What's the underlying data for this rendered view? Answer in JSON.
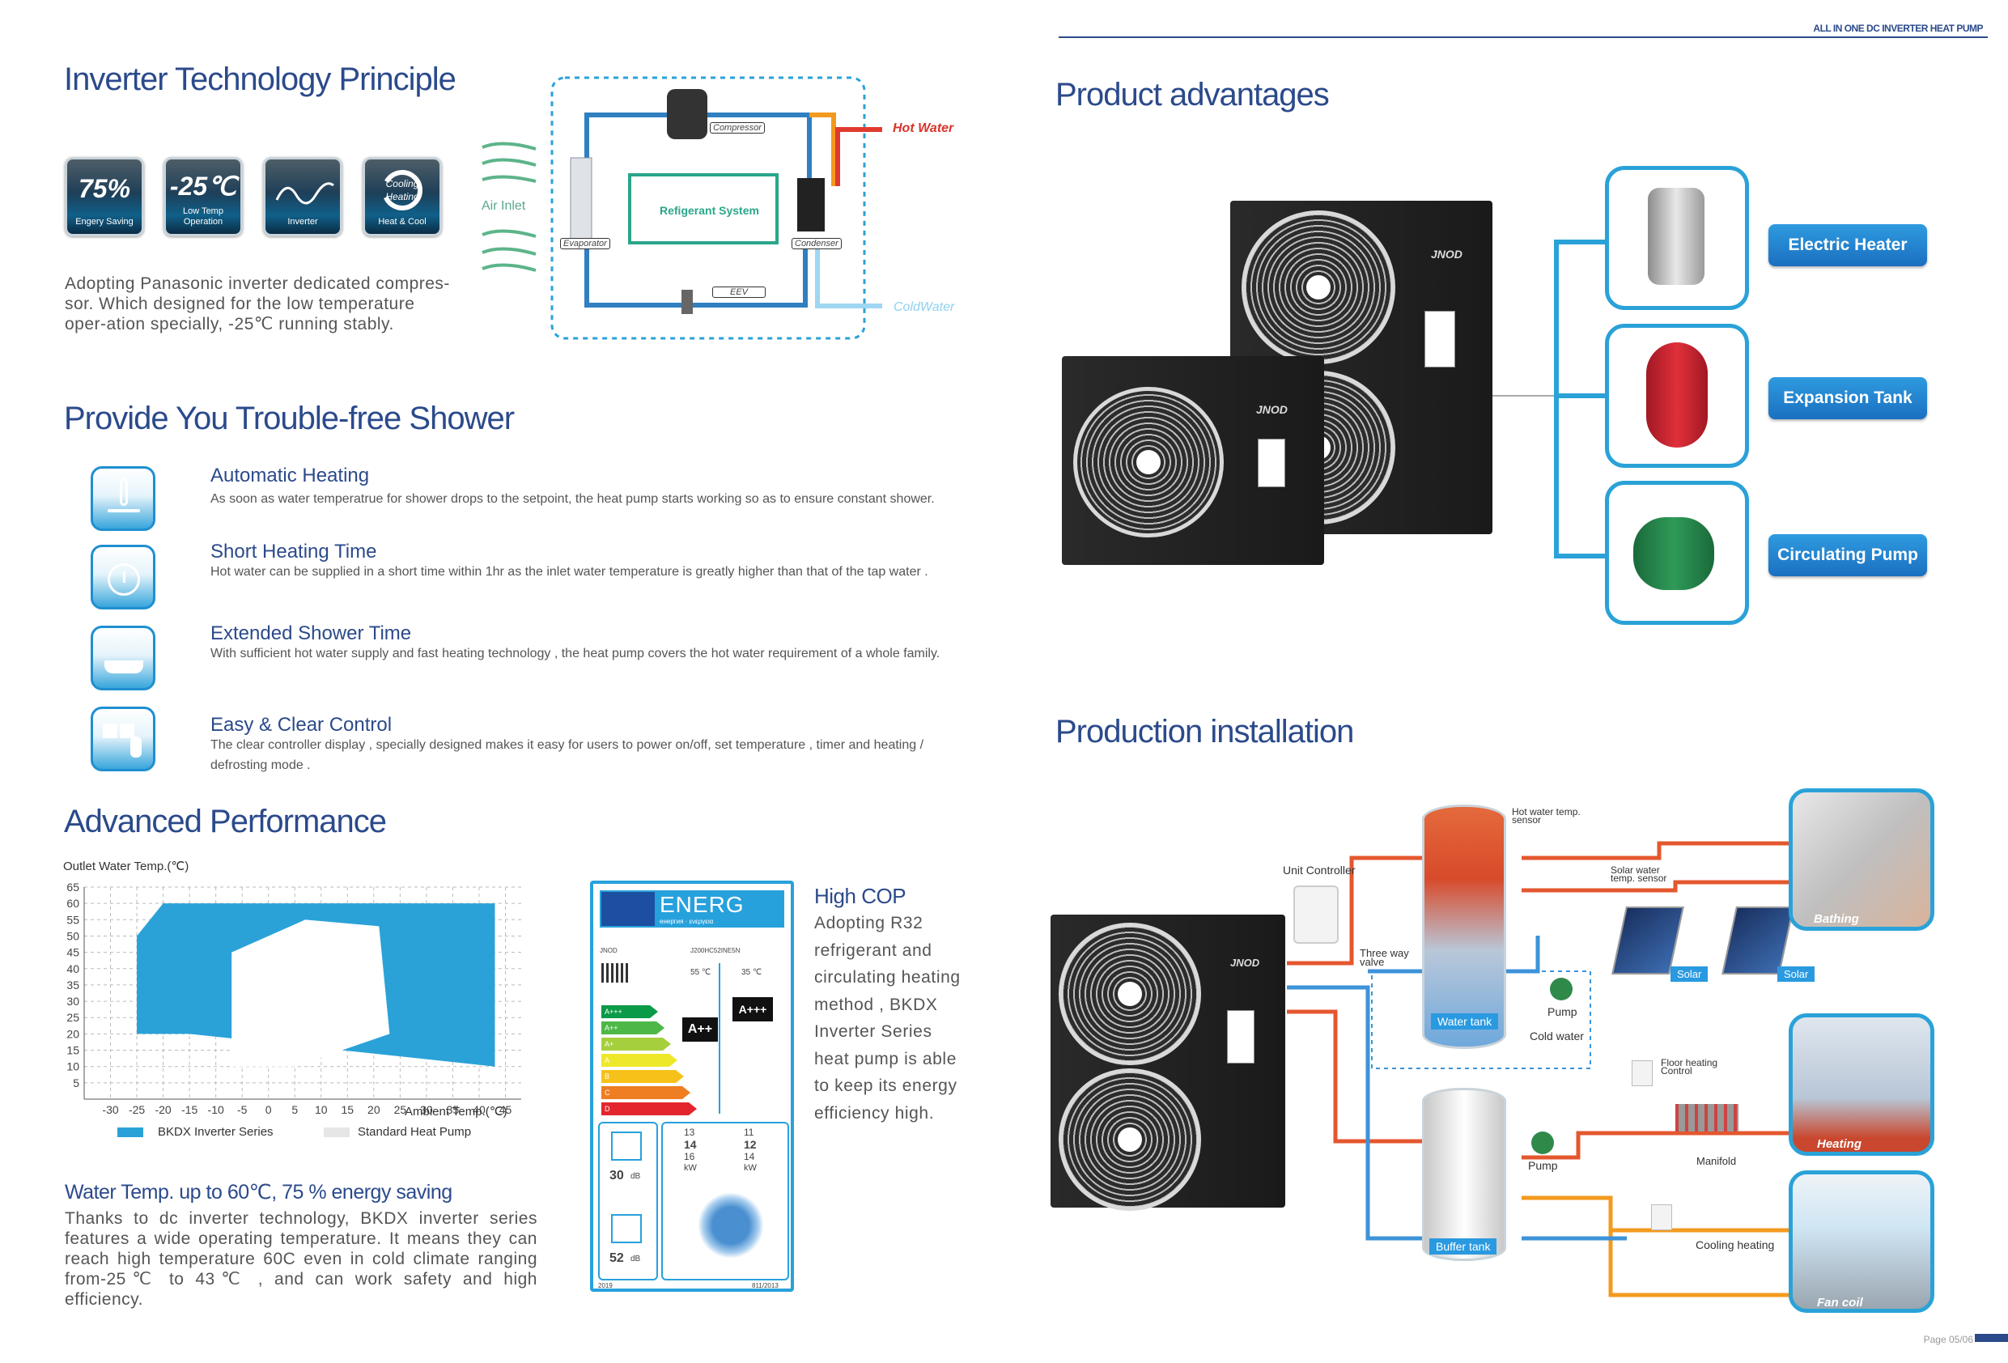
{
  "header": {
    "tag": "ALL IN ONE DC INVERTER HEAT PUMP"
  },
  "footer": {
    "page": "Page 05/06"
  },
  "inverter": {
    "title": "Inverter Technology Principle",
    "tiles": [
      {
        "big": "75%",
        "caption": "Engery Saving"
      },
      {
        "big": "-25℃",
        "caption": "Low Temp Operation"
      },
      {
        "big": "",
        "caption": "Inverter"
      },
      {
        "big": "Cooling Heating",
        "caption": "Heat & Cool"
      }
    ],
    "text": "Adopting Panasonic inverter dedicated compres-sor. Which designed for the low temperature oper-ation specially, -25℃  running stably.",
    "diagram": {
      "compressor": "Compressor",
      "hot_water": "Hot Water",
      "cold_water": "ColdWater",
      "air_inlet": "Air Inlet",
      "refrigerant": "Refigerant System",
      "evaporator": "Evaporator",
      "condenser": "Condenser",
      "eev": "EEV"
    }
  },
  "shower": {
    "title": "Provide You Trouble-free Shower",
    "features": [
      {
        "title": "Automatic Heating",
        "desc": "As soon as water temperatrue for shower drops to the setpoint, the heat pump starts working so as to ensure constant shower."
      },
      {
        "title": "Short Heating Time",
        "desc": "Hot water can be supplied in a short time within 1hr as the inlet water temperature is greatly higher than that of the tap water ."
      },
      {
        "title": "Extended Shower Time",
        "desc": "With sufficient hot water supply and fast heating technology , the heat pump covers the hot water requirement of a whole family."
      },
      {
        "title": "Easy & Clear Control",
        "desc": "The clear controller display , specially designed makes it easy for users to power on/off, set temperature , timer and heating / defrosting mode ."
      }
    ]
  },
  "performance": {
    "title": "Advanced Performance",
    "subtitle": "Water Temp. up to 60℃, 75 % energy saving",
    "text": "Thanks to dc inverter technology, BKDX inverter series features a wide operating temperature. It means they can reach high temperature 60C even in cold climate ranging from-25℃ to 43℃ , and can work safety and high efficiency."
  },
  "chart_data": {
    "type": "area",
    "ylabel": "Outlet Water Temp.(℃)",
    "xlabel": "Ambient Temp.(℃)",
    "xlim": [
      -35,
      48
    ],
    "ylim": [
      0,
      65
    ],
    "x_ticks": [
      -30,
      -25,
      -20,
      -15,
      -10,
      -5,
      0,
      5,
      10,
      15,
      20,
      25,
      30,
      35,
      40,
      45
    ],
    "y_ticks": [
      5,
      10,
      15,
      20,
      25,
      30,
      35,
      40,
      45,
      50,
      55,
      60,
      65
    ],
    "grid": true,
    "legend_position": "bottom",
    "series": [
      {
        "name": "BKDX Inverter Series",
        "color": "#2aa2d8",
        "points": [
          [
            -25,
            20
          ],
          [
            -25,
            50
          ],
          [
            -20,
            60
          ],
          [
            43,
            60
          ],
          [
            43,
            10
          ],
          [
            -15,
            20
          ]
        ]
      },
      {
        "name": "Standard Heat Pump",
        "color": "#ffffff",
        "points": [
          [
            -7,
            10
          ],
          [
            5,
            10
          ],
          [
            23,
            20
          ],
          [
            21,
            53
          ],
          [
            7,
            55
          ],
          [
            -7,
            45
          ]
        ]
      }
    ]
  },
  "energy_label": {
    "energ": "ENERG",
    "langs": "енергия · ενεργεια",
    "brand": "JNOD",
    "model": "J200HC52INE5N",
    "temp1": "55 ℃",
    "temp2": "35 ℃",
    "class1": "A++",
    "class2": "A+++",
    "bars": [
      "A+++",
      "A++",
      "A+",
      "A",
      "B",
      "C",
      "D"
    ],
    "db_in": "30",
    "db_out": "52",
    "db_unit": "dB",
    "kw_col1": [
      "13",
      "14",
      "16"
    ],
    "kw_col2": [
      "11",
      "12",
      "14"
    ],
    "kw_unit": "kW",
    "year": "2019",
    "reg": "811/2013"
  },
  "cop": {
    "title": "High COP",
    "text": "Adopting R32 refrigerant and circulating heating method , BKDX Inverter Series heat pump is able to keep its energy efficiency high."
  },
  "advantages": {
    "title": "Product advantages",
    "brand": "JNOD",
    "items": [
      "Electric Heater",
      "Expansion Tank",
      "Circulating Pump"
    ]
  },
  "installation": {
    "title": "Production installation",
    "labels": {
      "unit_controller": "Unit Controller",
      "three_way": "Three way valve",
      "hot_sensor": "Hot water temp. sensor",
      "solar_sensor": "Solar water temp. sensor",
      "water_tank": "Water tank",
      "cold_water": "Cold water",
      "pump1": "Pump",
      "pump2": "Pump",
      "buffer_tank": "Buffer tank",
      "floor_heating": "Floor heating Control",
      "manifold": "Manifold",
      "cooling_heating": "Cooling heating",
      "solar1": "Solar",
      "solar2": "Solar",
      "bathing": "Bathing",
      "heating": "Heating",
      "fan_coil": "Fan coil"
    }
  },
  "colors": {
    "title": "#2b4a8b",
    "accent": "#2aa2d8",
    "hot": "#e4572e",
    "cold": "#8ed0f0",
    "pipe_orange": "#f39a1e"
  }
}
